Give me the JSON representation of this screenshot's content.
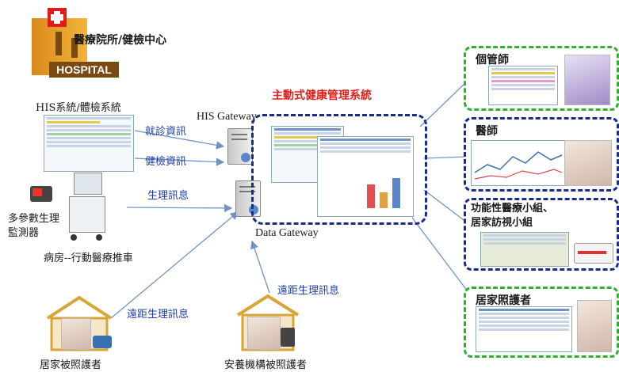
{
  "hospital": {
    "title": "醫療院所/健檢中心",
    "sign": "HOSPITAL"
  },
  "system_title": "主動式健康管理系統",
  "gateways": {
    "his": "HIS Gateway",
    "data": "Data Gateway"
  },
  "sources": {
    "his_system": "HIS系統/體檢系統",
    "monitor": "多參數生理\n監測器",
    "cart": "病房--行動醫療推車",
    "home_cared": "居家被照護者",
    "institution_cared": "安養機構被照護者"
  },
  "flows": {
    "visit_info": "就診資訊",
    "checkup_info": "健檢資訊",
    "physio_info": "生理訊息",
    "remote_physio_home": "遠距生理訊息",
    "remote_physio_inst": "遠距生理訊息"
  },
  "recipients": {
    "case_manager": "個管師",
    "doctor": "醫師",
    "teams": "功能性醫療小組、\n居家訪視小組",
    "home_caregiver": "居家照護者"
  },
  "colors": {
    "arrow": "#6f93c8",
    "green_box": "#2fb02f",
    "navy_box": "#1a2c8a",
    "title_red": "#e0201a"
  }
}
